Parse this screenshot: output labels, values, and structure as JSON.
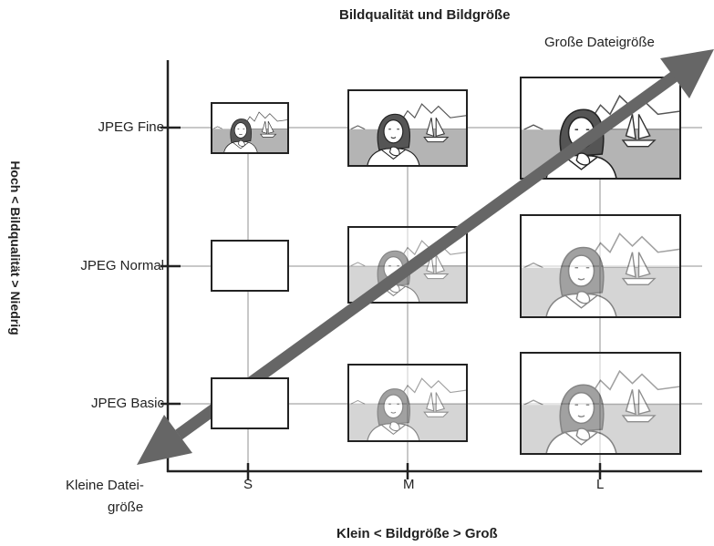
{
  "title": "Bildqualität und Bildgröße",
  "arrow": {
    "large_label": "Große Dateigröße",
    "small_label_line1": "Kleine Datei-",
    "small_label_line2": "größe"
  },
  "x_axis": {
    "title": "Klein < Bildgröße > Groß",
    "ticks": [
      "S",
      "M",
      "L"
    ]
  },
  "y_axis": {
    "title": "Hoch < Bildqualität > Niedrig",
    "ticks": [
      "JPEG Fine",
      "JPEG Normal",
      "JPEG Basic"
    ]
  },
  "colors": {
    "arrow": "#666666",
    "grid": "#c8c8c8",
    "sea": "#b4b4b4",
    "frame": "#222222"
  }
}
